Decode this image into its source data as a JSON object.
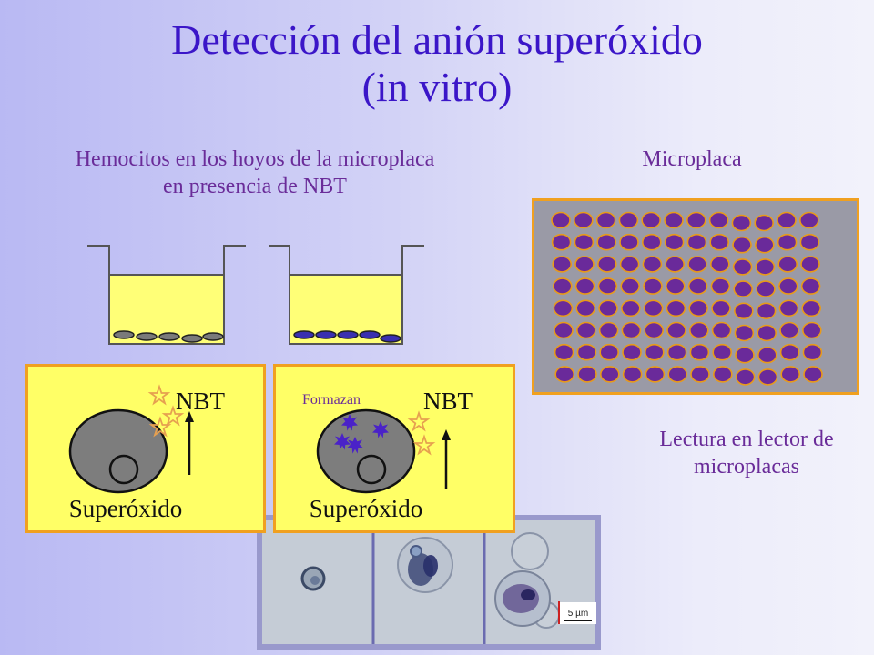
{
  "slide": {
    "title_line1": "Detección del anión superóxido",
    "title_line2": "(in vitro)",
    "left_caption": "Hemocitos en los hoyos de la microplaca en presencia de NBT",
    "microplate_caption": "Microplaca",
    "reading_caption": "Lectura en lector de microplacas"
  },
  "panels": {
    "left": {
      "reagent_label": "NBT",
      "bottom_label": "Superóxido"
    },
    "right": {
      "reagent_label": "NBT",
      "product_label": "Formazan",
      "bottom_label": "Superóxido"
    }
  },
  "micrograph": {
    "scale_bar_label": "5 µm"
  },
  "colors": {
    "title": "#3b16c8",
    "caption": "#6a2c99",
    "panel_yellow": "#ffff66",
    "panel_border": "#f0a020",
    "well_fill": "#6a2a9a",
    "plate_gray": "#9a9aa6"
  },
  "microplate": {
    "rows": 8,
    "columns": 12
  }
}
